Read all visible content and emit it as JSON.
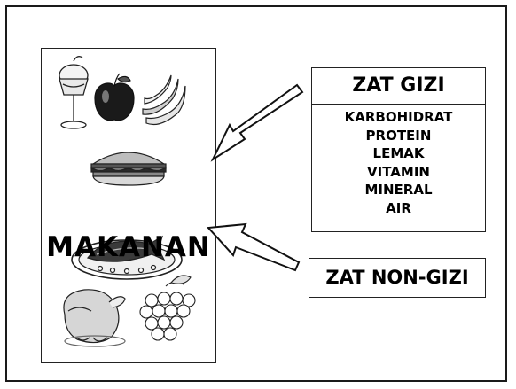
{
  "food_box": {
    "title": "MAKANAN",
    "icons": [
      "ice-cream-sundae",
      "apple",
      "bananas",
      "hamburger",
      "fish-platter",
      "roast-chicken",
      "grapes"
    ]
  },
  "zat_gizi": {
    "title": "ZAT GIZI",
    "items": [
      "KARBOHIDRAT",
      "PROTEIN",
      "LEMAK",
      "VITAMIN",
      "MINERAL",
      "AIR"
    ]
  },
  "zat_non_gizi": {
    "title": "ZAT NON-GIZI"
  }
}
